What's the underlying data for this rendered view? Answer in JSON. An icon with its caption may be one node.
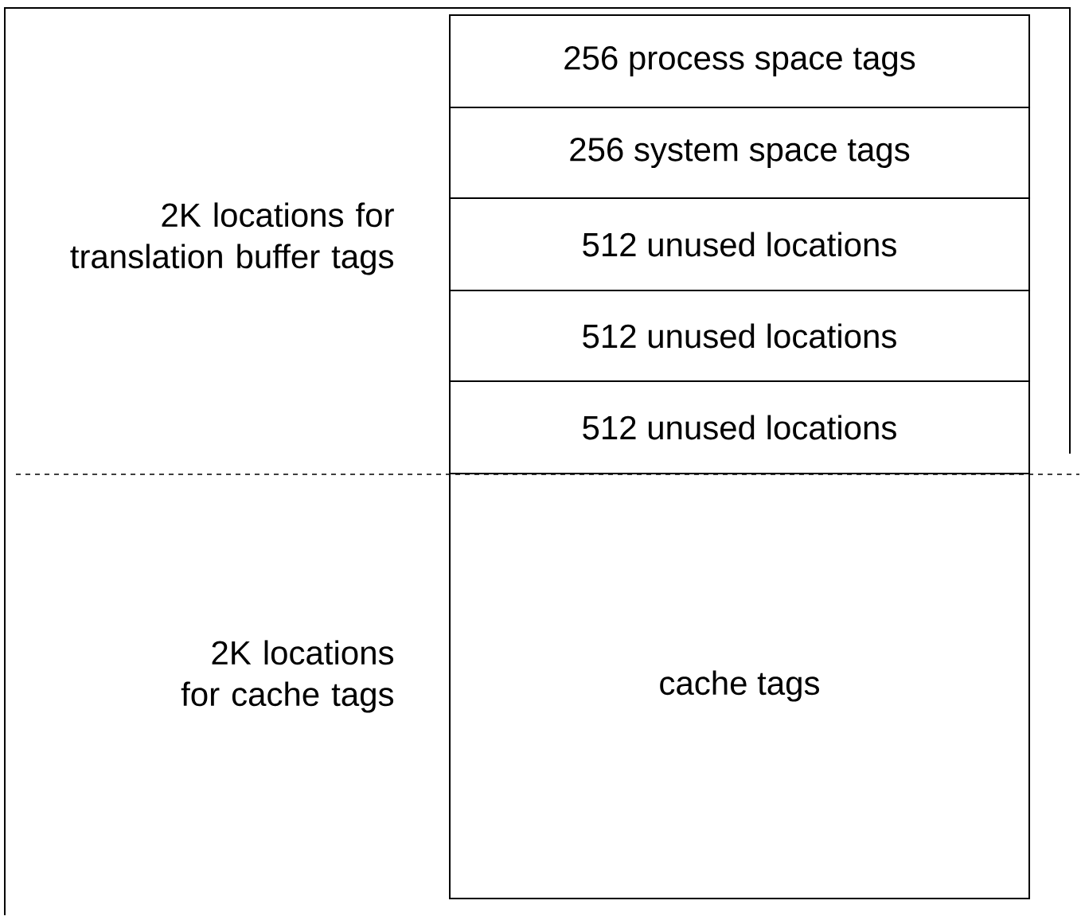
{
  "diagram": {
    "nodes": [
      {
        "text": [
          "256 process space tags"
        ]
      },
      {
        "text": [
          "256 system space tags"
        ]
      },
      {
        "text": [
          "512 unused locations"
        ]
      },
      {
        "text": [
          "512 unused locations"
        ]
      },
      {
        "text": [
          "512 unused locations"
        ]
      },
      {
        "text": [
          "cache tags"
        ]
      }
    ],
    "labels": [
      "2K locations for translation buffer tags",
      "2K locations for cache tags"
    ]
  }
}
